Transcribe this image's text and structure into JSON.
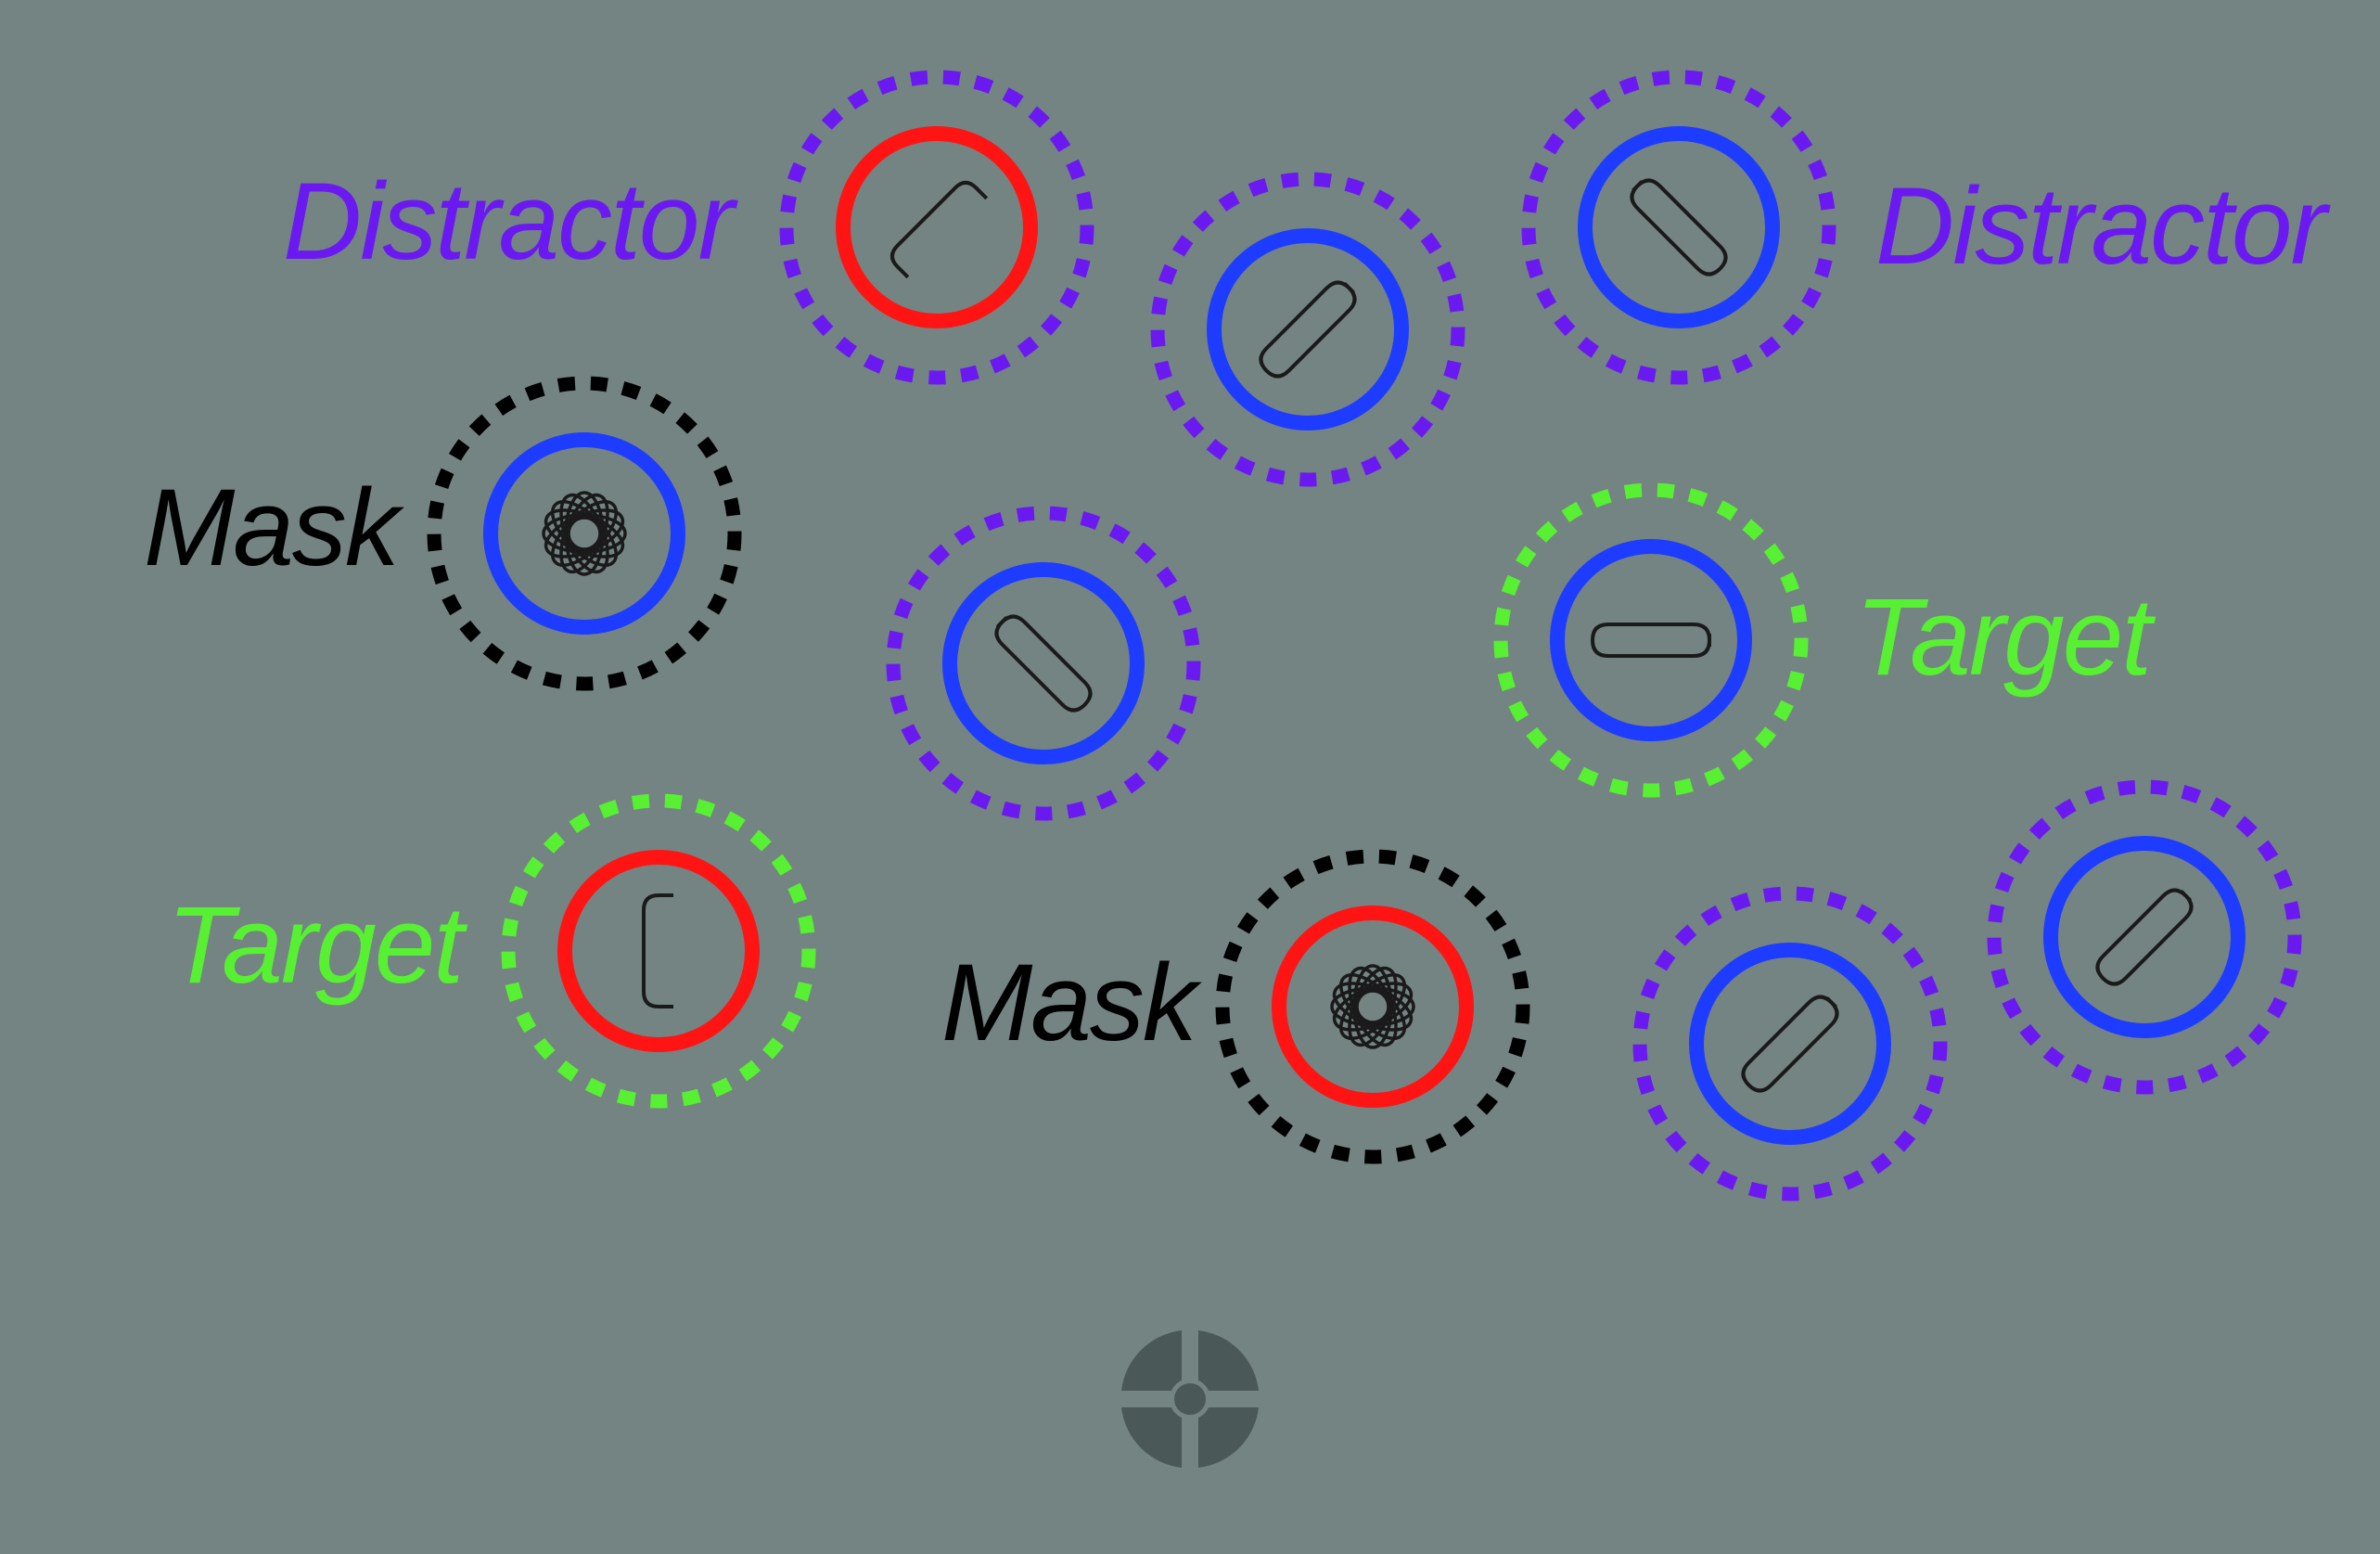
{
  "colors": {
    "background": "#748482",
    "distractor": "#6A1AF0",
    "target": "#58F032",
    "mask": "#000000",
    "ring_red": "#FF1414",
    "ring_blue": "#1E3CFF",
    "fixation": "#4A5857"
  },
  "labels": {
    "distractor_left": "Distractor",
    "distractor_right": "Distractor",
    "mask_upper": "Mask",
    "mask_lower": "Mask",
    "target_right": "Target",
    "target_left": "Target"
  },
  "items": [
    {
      "role": "distractor",
      "ring": "red",
      "glyph": "c-bar",
      "angle": 45
    },
    {
      "role": "distractor",
      "ring": "blue",
      "glyph": "bar",
      "angle": 45
    },
    {
      "role": "distractor",
      "ring": "blue",
      "glyph": "bar",
      "angle": -45
    },
    {
      "role": "mask",
      "ring": "blue",
      "glyph": "flower-mask",
      "angle": 0
    },
    {
      "role": "distractor",
      "ring": "blue",
      "glyph": "bar",
      "angle": -45
    },
    {
      "role": "target",
      "ring": "blue",
      "glyph": "bar",
      "angle": 90
    },
    {
      "role": "target",
      "ring": "red",
      "glyph": "c-bar",
      "angle": 0
    },
    {
      "role": "mask",
      "ring": "red",
      "glyph": "flower-mask",
      "angle": 0
    },
    {
      "role": "distractor",
      "ring": "blue",
      "glyph": "bar",
      "angle": 45
    },
    {
      "role": "distractor",
      "ring": "blue",
      "glyph": "bar",
      "angle": 45
    }
  ],
  "fixation": {
    "icon": "fixation-cross-icon"
  }
}
